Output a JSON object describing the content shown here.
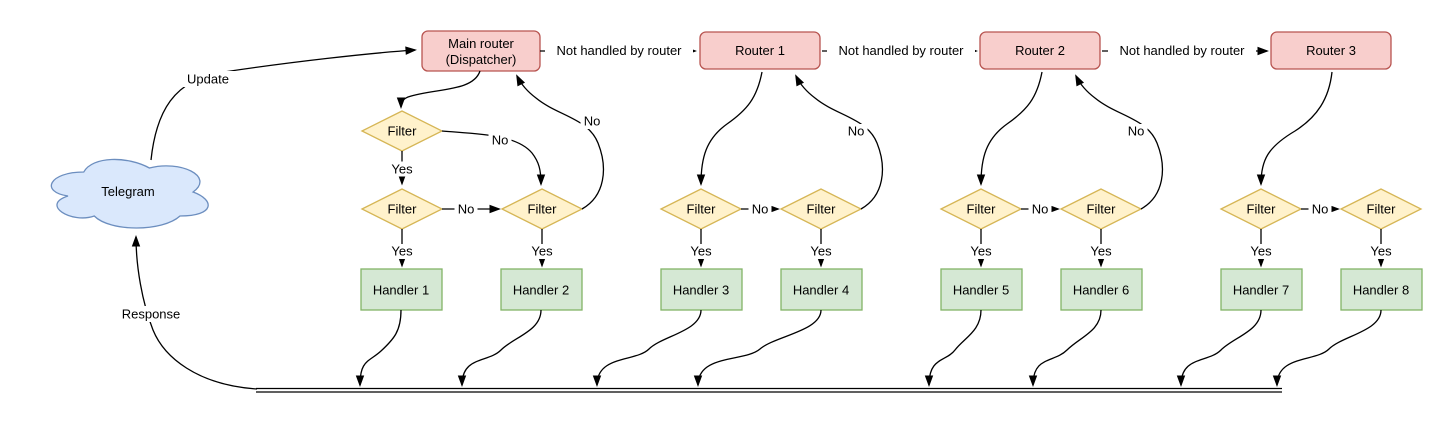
{
  "diagram": {
    "cloud": {
      "label": "Telegram"
    },
    "edge_labels": {
      "update": "Update",
      "response": "Response",
      "not_handled": "Not handled by router",
      "yes": "Yes",
      "no": "No"
    },
    "nodes": {
      "main_router": {
        "line1": "Main router",
        "line2": "(Dispatcher)"
      },
      "routers": [
        "Router 1",
        "Router 2",
        "Router 3"
      ],
      "filter": "Filter",
      "handlers": [
        "Handler 1",
        "Handler 2",
        "Handler 3",
        "Handler 4",
        "Handler 5",
        "Handler 6",
        "Handler 7",
        "Handler 8"
      ]
    },
    "colors": {
      "router_fill": "#f8cecc",
      "router_stroke": "#b85450",
      "filter_fill": "#fff2cc",
      "filter_stroke": "#d6b656",
      "handler_fill": "#d5e8d4",
      "handler_stroke": "#82b366",
      "cloud_fill": "#dae8fc",
      "cloud_stroke": "#6c8ebf",
      "edge": "#000000"
    }
  }
}
